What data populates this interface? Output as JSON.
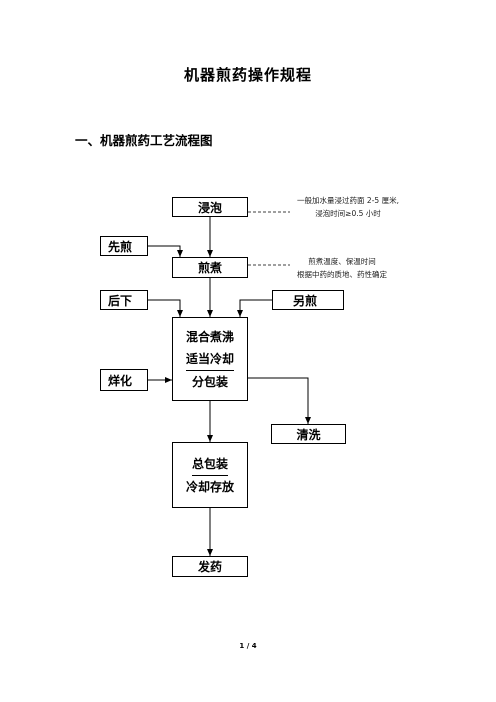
{
  "title": "机器煎药操作规程",
  "section_heading": "一、机器煎药工艺流程图",
  "steps": {
    "soak": "浸泡",
    "pre_decoct": "先煎",
    "decoct": "煎煮",
    "add_later": "后下",
    "separate_decoct": "另煎",
    "mix_line1": "混合煮沸",
    "mix_line2": "适当冷却",
    "mix_line3": "分包装",
    "melt": "烊化",
    "clean": "清洗",
    "pack_line1": "总包装",
    "pack_line2": "冷却存放",
    "dispense": "发药"
  },
  "notes": {
    "soak_line1": "一般加水量浸过药面 2-5 厘米,",
    "soak_line2": "浸泡时间≥0.5 小时",
    "decoct_line1": "煎煮温度、保温时间",
    "decoct_line2": "根据中药的质地、药性确定"
  },
  "page_number": "1 / 4"
}
